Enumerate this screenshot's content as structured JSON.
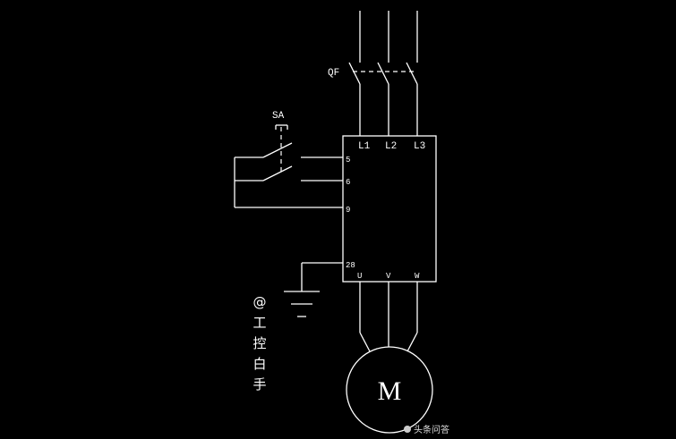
{
  "breaker": {
    "label": "QF"
  },
  "switch": {
    "label": "SA"
  },
  "drive": {
    "inputs": [
      "L1",
      "L2",
      "L3"
    ],
    "terminals": [
      "5",
      "6",
      "9",
      "28"
    ],
    "outputs": [
      "U",
      "V",
      "W"
    ]
  },
  "motor": {
    "label": "M"
  },
  "watermark": {
    "chars": [
      "@",
      "工",
      "控",
      "白",
      "手"
    ]
  },
  "brand": {
    "text": "头条问答"
  },
  "colors": {
    "background": "#000000",
    "line": "#ffffff"
  }
}
